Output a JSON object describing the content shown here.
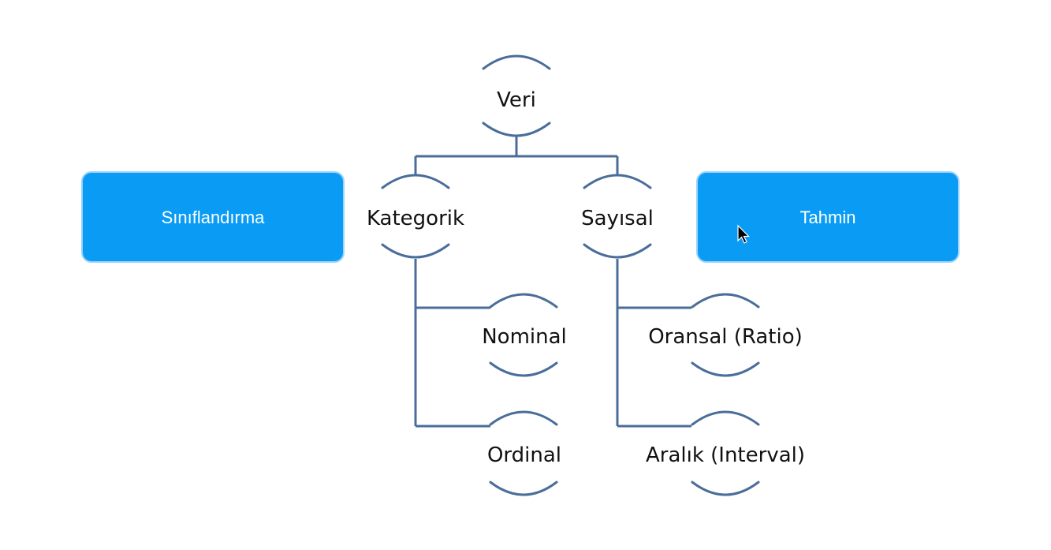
{
  "colors": {
    "line": "#4a6d9a",
    "box_fill": "#0a9cf5",
    "box_border": "#9cd4fb",
    "node_text": "#111111",
    "box_text": "#ffffff"
  },
  "root": {
    "label": "Veri"
  },
  "categories": {
    "categorical": {
      "label": "Kategorik",
      "children": [
        "Nominal",
        "Ordinal"
      ]
    },
    "numerical": {
      "label": "Sayısal",
      "children": [
        "Oransal (Ratio)",
        "Aralık (Interval)"
      ]
    }
  },
  "boxes": {
    "left": {
      "label": "Sınıflandırma"
    },
    "right": {
      "label": "Tahmin"
    }
  },
  "cursor": {
    "icon": "mouse-pointer-icon"
  }
}
